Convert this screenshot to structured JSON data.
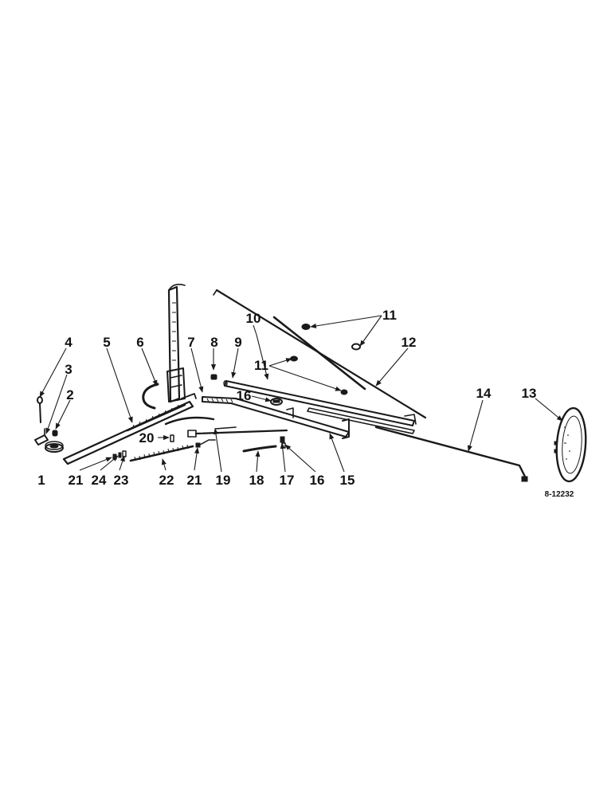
{
  "figure_id": "8-12232",
  "callouts": [
    "1",
    "2",
    "3",
    "4",
    "5",
    "6",
    "7",
    "8",
    "9",
    "10",
    "11",
    "11",
    "12",
    "13",
    "14",
    "15",
    "16",
    "16",
    "17",
    "18",
    "19",
    "20",
    "21",
    "21",
    "22",
    "23",
    "24"
  ],
  "colors": {
    "ink": "#1a1a1a",
    "background": "#ffffff"
  }
}
